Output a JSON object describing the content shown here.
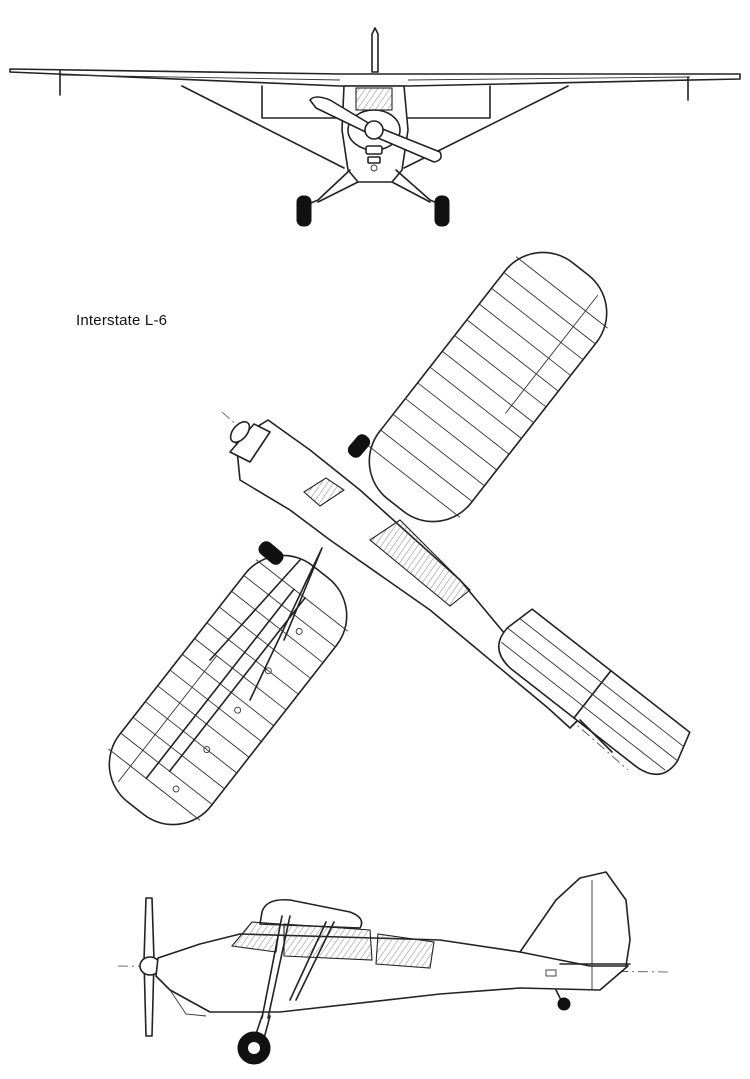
{
  "caption": "Interstate L-6",
  "views": [
    "front",
    "top",
    "side"
  ]
}
